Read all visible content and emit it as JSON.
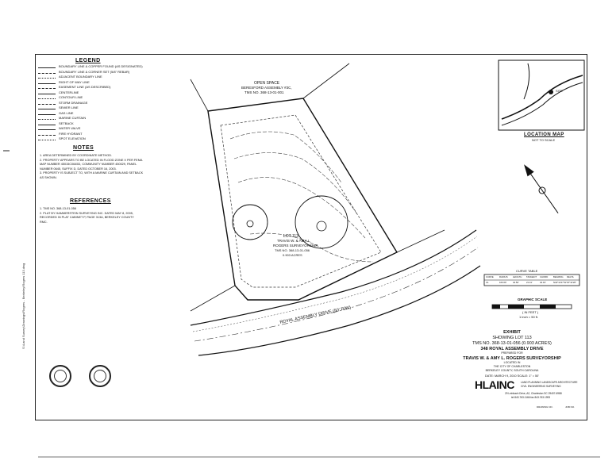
{
  "legend": {
    "title": "LEGEND",
    "items": [
      "BOUNDARY LINE & COPPER FOUND (AS DESIGNATED)",
      "BOUNDARY LINE & CORNER SET (5/8\" REBAR)",
      "ADJACENT BOUNDARY LINE",
      "RIGHT OF WAY LINE",
      "EASEMENT LINE (AS DESCRIBED)",
      "CENTERLINE",
      "CONTOUR LINE",
      "STORM DRAINAGE",
      "SEWER LINE",
      "GAS LINE",
      "MARINE CURTAIN",
      "SETBACK",
      "WATER VALVE",
      "FIRE HYDRANT",
      "SPOT ELEVATION"
    ]
  },
  "notes": {
    "title": "NOTES",
    "lines": [
      "1. AREA DETERMINED BY COORDINATE METHOD.",
      "2. PROPERTY APPEARS TO BE LOCATED IN FLOOD ZONE X PER FEMA",
      "   MAP NUMBER 45015C0645D, COMMUNITY NUMBER 450029, PANEL",
      "   NUMBER 0645, SUFFIX D, DATED OCTOBER 16, 2003.",
      "3. PROPERTY IS SUBJECT TO, WITH A MARINE CURTAIN AND SETBACK",
      "   AS SHOWN."
    ]
  },
  "references": {
    "title": "REFERENCES",
    "lines": [
      "1. TMS NO. 368-13-01-056",
      "2. PLAT BY HAMMERSTEIN SURVEYING INC. DATED MAY 8, 2005,",
      "   RECORDED IN PLAT CABINET P, PAGE 313A, BERKELEY COUNTY",
      "   RMC."
    ]
  },
  "plat": {
    "open_space_label": "OPEN SPACE",
    "open_space_sub": "BERESFORD ASSEMBLY #3C,",
    "open_space_tms": "TMS NO. 368-13-01-001",
    "lot_label": "LOT 113",
    "owner": "TRAVIS W. & AMY L.",
    "owner2": "ROGERS SURVEYORSHIP",
    "lot_tms": "TMS NO. 368-13-01-056",
    "lot_acres": "0.903 ACRES",
    "road_label": "ROYAL ASSEMBLY DRIVE (50' R/W)"
  },
  "location_map": {
    "title": "LOCATION MAP",
    "subtitle": "NOT TO SCALE",
    "site_label": "SITE"
  },
  "curve_table": {
    "title": "CURVE TABLE",
    "headers": [
      "CURVE",
      "RADIUS",
      "LENGTH",
      "TANGENT",
      "CHORD",
      "BEARING",
      "DELTA"
    ],
    "row": [
      "C1",
      "160.00'",
      "42.56'",
      "21.41'",
      "42.43'",
      "N42°11'27\"W",
      "15°14'26\""
    ]
  },
  "graphic_scale": {
    "title": "GRAPHIC SCALE",
    "unit": "( IN FEET )",
    "ratio": "1 inch = 50 ft."
  },
  "title_block": {
    "exhibit": "EXHIBIT",
    "showing": "SHOWING LOT 113",
    "tms": "TMS NO. 368-13-01-056 (0.903 ACRES)",
    "address": "348 ROYAL ASSEMBLY DRIVE",
    "prepared_for": "PREPARED FOR",
    "client": "TRAVIS W. & AMY L. ROGERS SURVEYORSHIP",
    "location1": "LOCATED IN",
    "location2": "THE CITY OF CHARLESTON",
    "location3": "BERKELEY COUNTY, SOUTH CAROLINA",
    "date": "DATE: MARCH 9, 2010    SCALE: 1\" = 50'",
    "company": "HLAINC",
    "company_sub1": "LAND PLANNING   LANDSCAPE ARCHITECTURE",
    "company_sub2": "CIVIL ENGINEERING   SURVEYING",
    "company_addr": "29 Leinbach Drive, A2, Charleston SC 29407-6988",
    "company_phone": "tel 843.763.1166    fax 843.763.1993",
    "drawing_no": "DRAWING NO.",
    "job_no": "JOB NO."
  },
  "margin_text": "S:\\Land Survey\\Drawings\\Rogers - Berkeley\\Rogers 113.dwg"
}
